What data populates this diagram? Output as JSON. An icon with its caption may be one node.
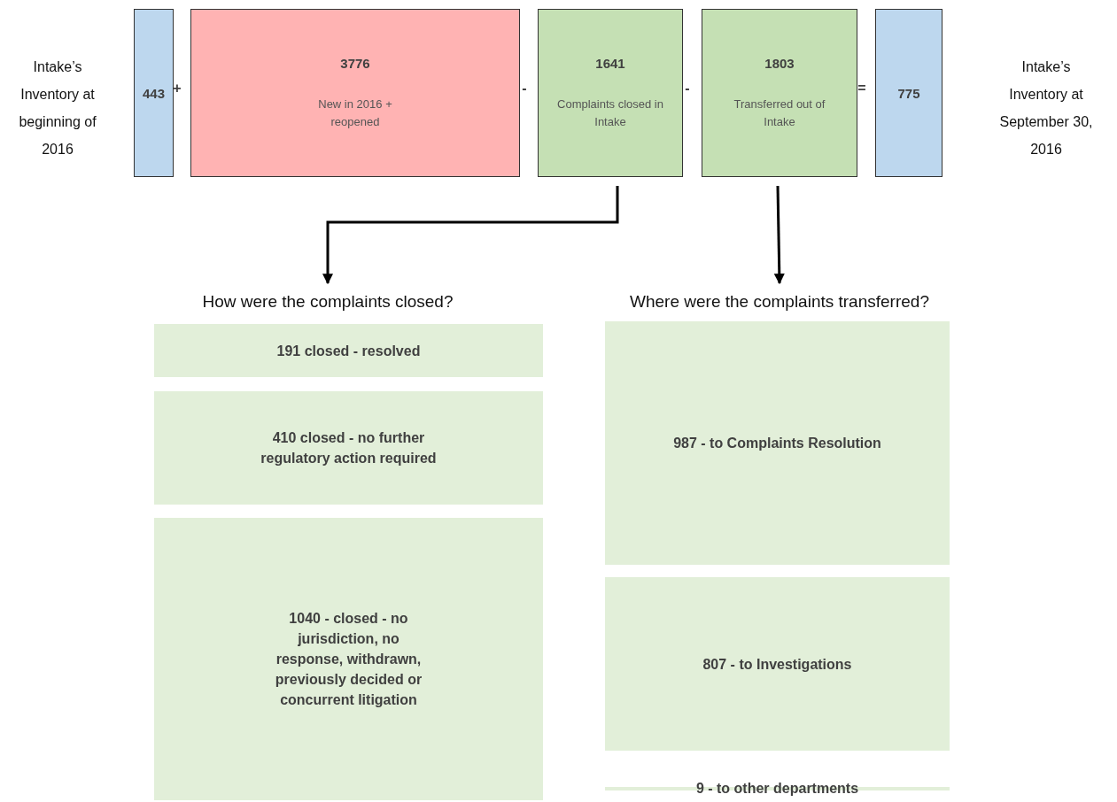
{
  "diagram": {
    "nodes": [
      {
        "text": [
          "443"
        ]
      },
      {
        "text": [
          "3776",
          "New in 2016 + reopened"
        ]
      },
      {
        "text": [
          "1641",
          "Complaints closed in Intake"
        ]
      },
      {
        "text": [
          "1803",
          "Transferred out of Intake"
        ]
      },
      {
        "text": [
          "775"
        ]
      },
      {
        "text": [
          "How were the complaints closed?"
        ]
      },
      {
        "text": [
          "Where were the complaints transferred?"
        ]
      },
      {
        "text": [
          "191 closed - resolved"
        ]
      },
      {
        "text": [
          "410 closed - no further regulatory action required"
        ]
      },
      {
        "text": [
          "1040 - closed - no jurisdiction, no response, withdrawn, previously decided or concurrent litigation"
        ]
      },
      {
        "text": [
          "987 - to Complaints Resolution"
        ]
      },
      {
        "text": [
          "807 -  to Investigations"
        ]
      },
      {
        "text": [
          "9 - to other departments"
        ]
      }
    ],
    "edges": [
      {
        "from": 2,
        "to": 5,
        "arrow": "to"
      },
      {
        "from": 3,
        "to": 6,
        "arrow": "to"
      }
    ],
    "labels": [
      "Intake’s Inventory at beginning of 2016",
      "+",
      "-",
      "-",
      "=",
      "Intake’s Inventory at September 30, 2016"
    ]
  }
}
